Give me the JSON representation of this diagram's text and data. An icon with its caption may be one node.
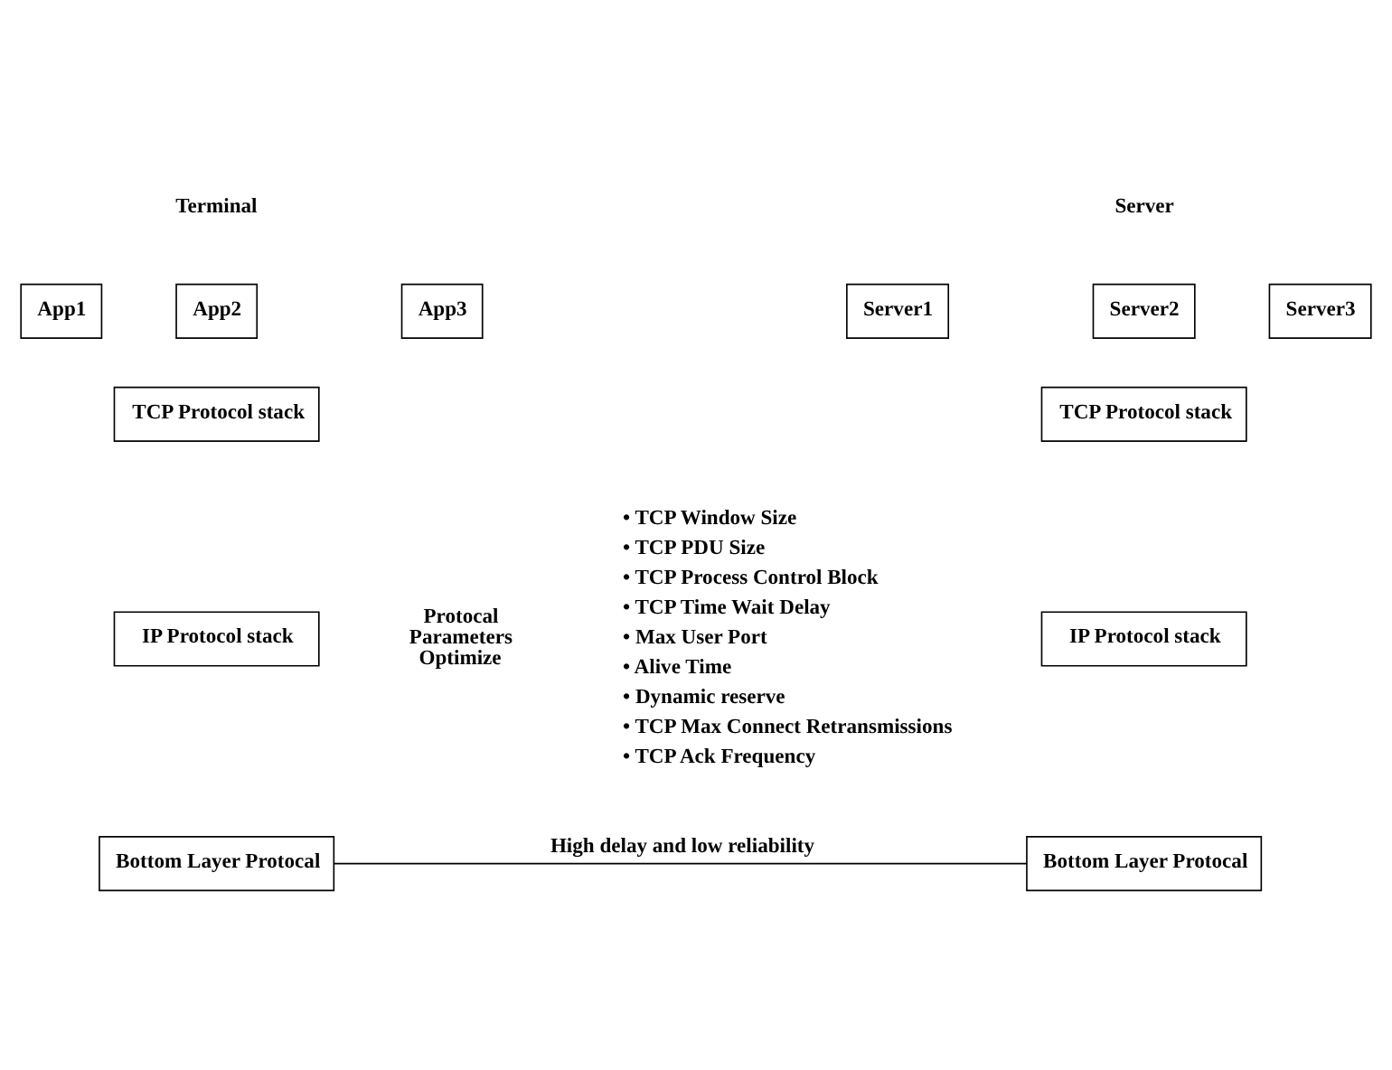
{
  "diagram": {
    "nodes": [
      {
        "text": [
          "App1"
        ]
      },
      {
        "text": [
          "App2"
        ]
      },
      {
        "text": [
          "App3"
        ]
      },
      {
        "text": [
          "Server1"
        ]
      },
      {
        "text": [
          "Server2"
        ]
      },
      {
        "text": [
          "Server3"
        ]
      },
      {
        "text": [
          "TCP Protocol stack"
        ]
      },
      {
        "text": [
          "IP Protocol stack"
        ]
      },
      {
        "text": [
          "Bottom Layer Protocal"
        ]
      },
      {
        "text": [
          "TCP Protocol stack"
        ]
      },
      {
        "text": [
          "IP Protocol stack"
        ]
      },
      {
        "text": [
          "Bottom Layer Protocal"
        ]
      }
    ],
    "edges": [
      {
        "from": 8,
        "to": 11,
        "arrow": "none",
        "label": "High delay and low reliability"
      }
    ],
    "labels": [
      "Terminal",
      "Server",
      "• TCP Window Size",
      "• TCP PDU Size",
      "• TCP Process Control Block",
      "• TCP Time Wait Delay",
      "Protocal Parameters Optimize",
      "• Max User Port",
      "• Alive Time",
      "• Dynamic reserve",
      "• TCP Max Connect Retransmissions",
      "• TCP Ack Frequency"
    ]
  }
}
